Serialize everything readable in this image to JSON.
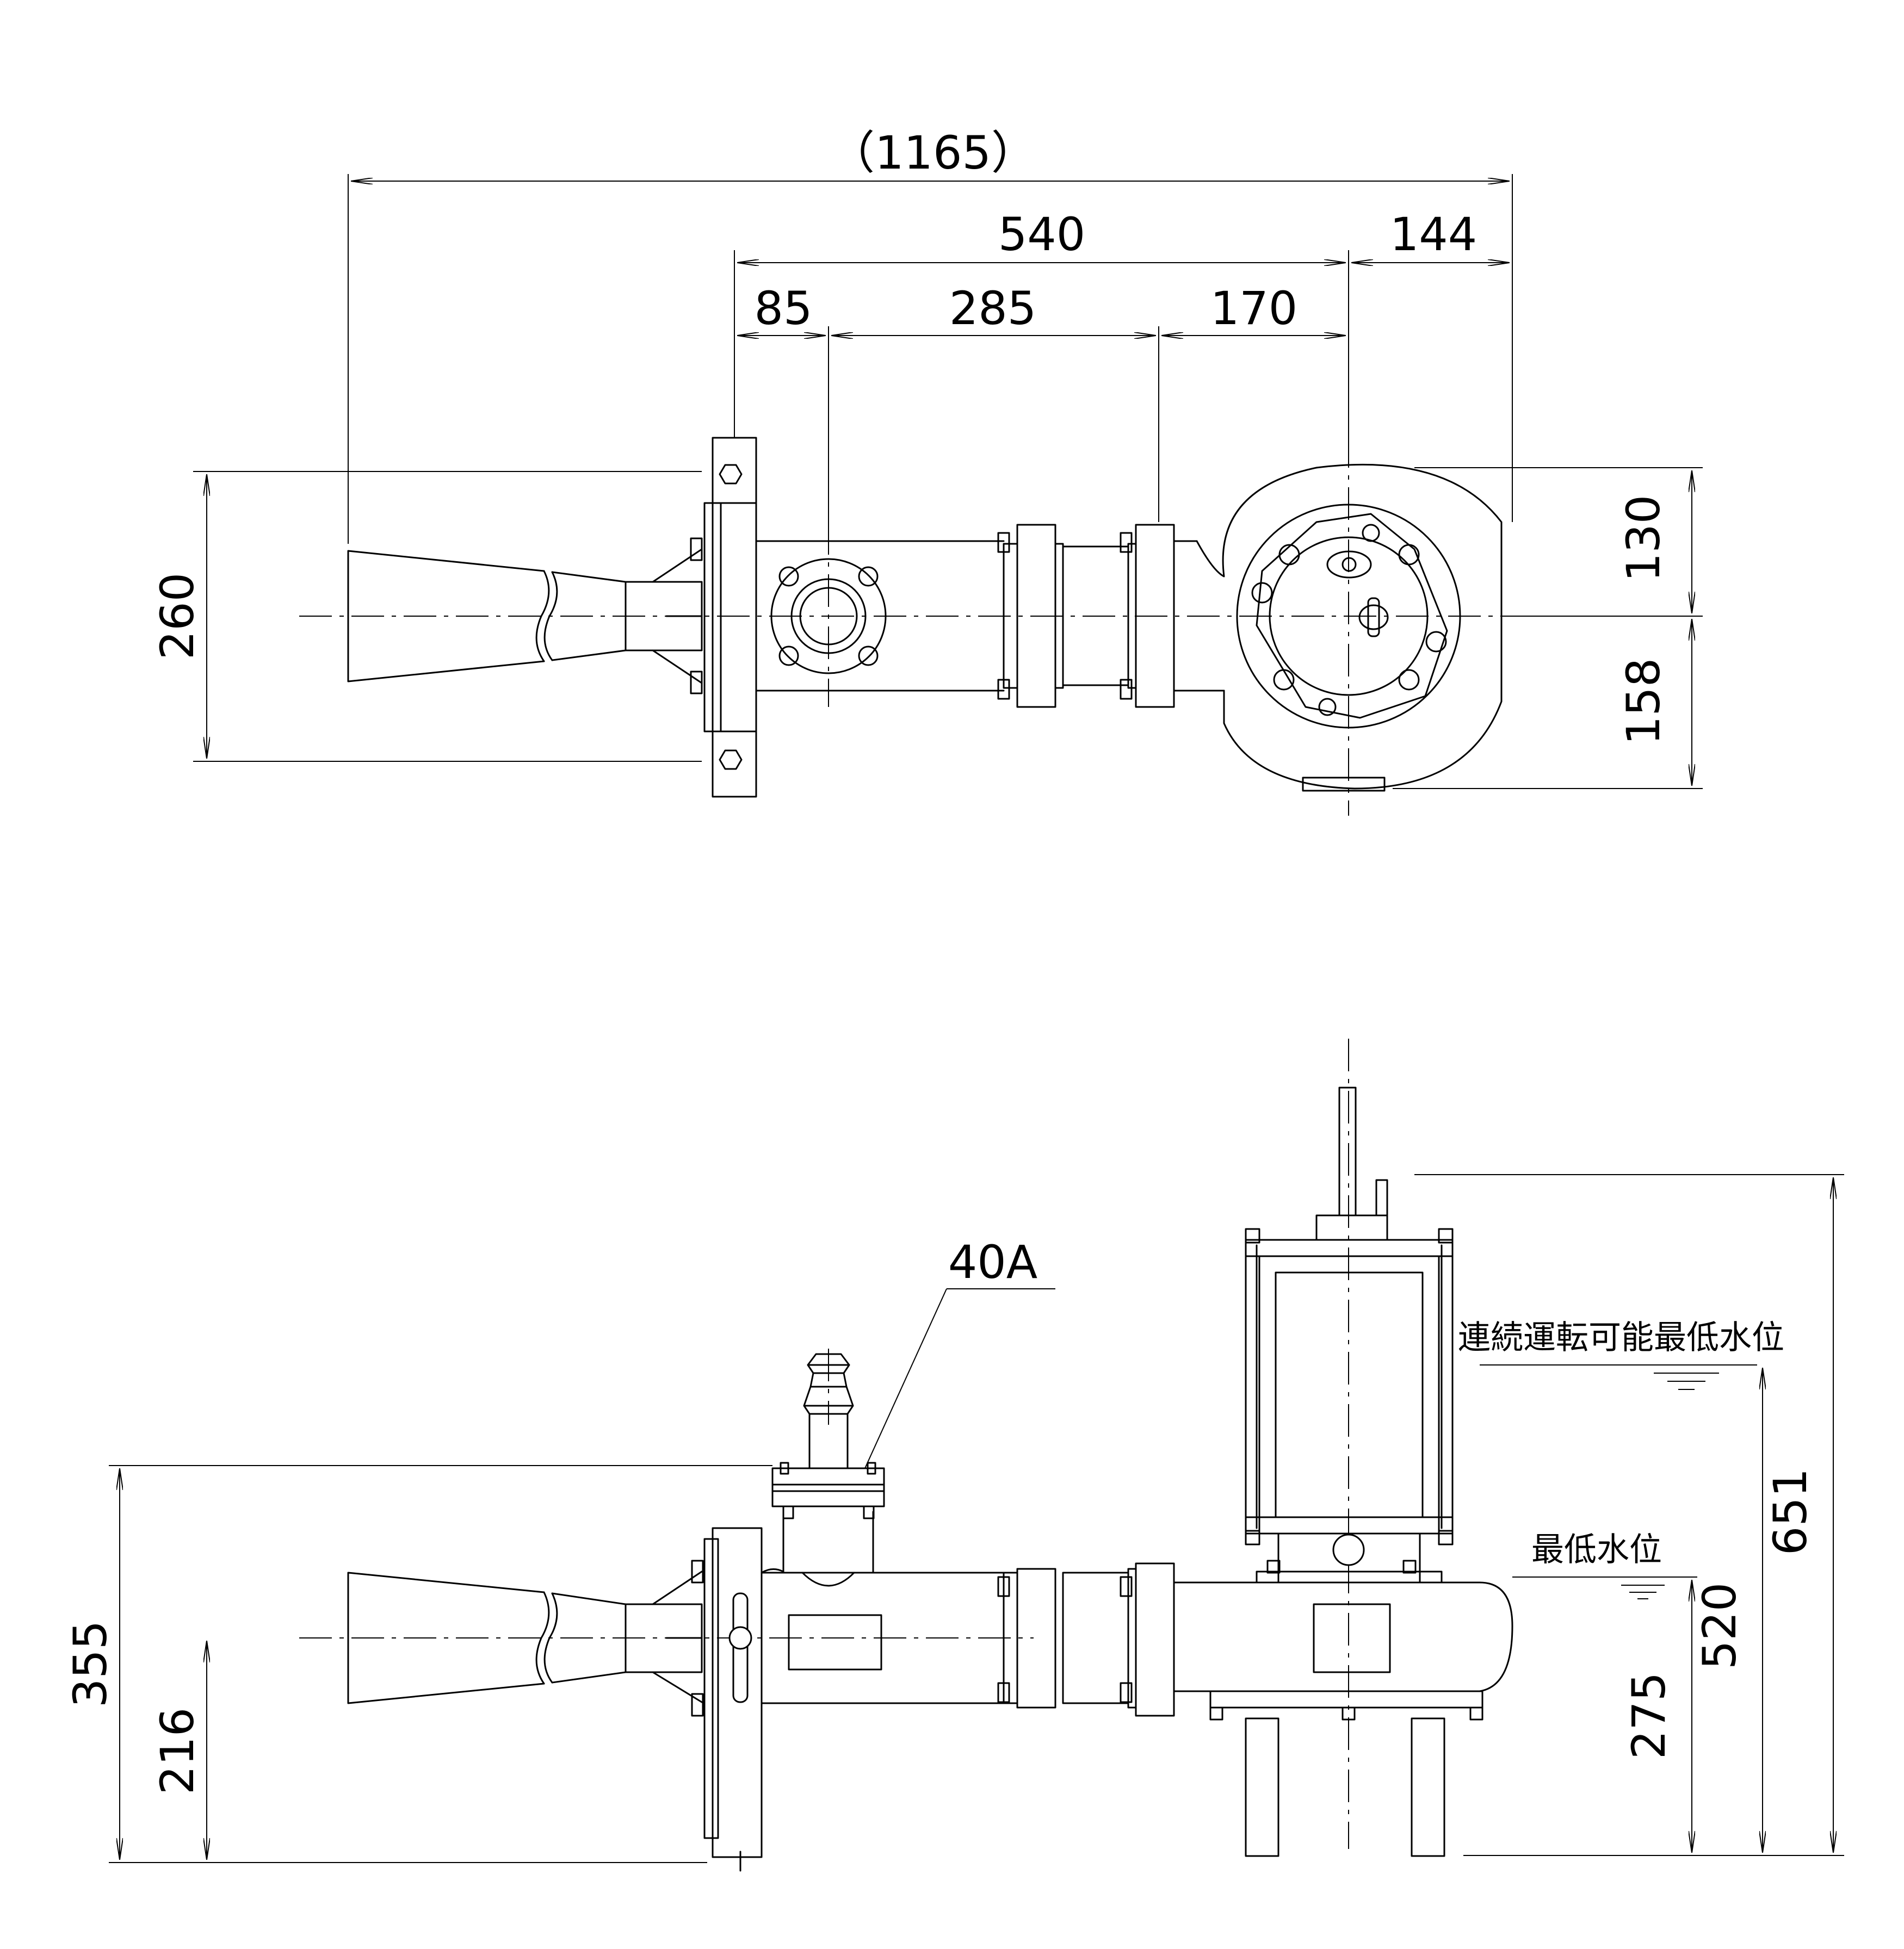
{
  "plan_view": {
    "dimensions": {
      "overall_length": "（1165）",
      "span_main": "540",
      "span_outlet": "144",
      "span_a": "85",
      "span_b": "285",
      "span_c": "170",
      "height_total": "260",
      "height_upper": "130",
      "height_lower": "158"
    }
  },
  "side_view": {
    "pipe_label": "40A",
    "dimensions": {
      "height_total": "651",
      "height_continuous": "520",
      "height_min": "275",
      "height_left_total": "355",
      "height_left_axis": "216"
    },
    "water_levels": {
      "continuous_min": "連続運転可能最低水位",
      "min": "最低水位"
    }
  }
}
